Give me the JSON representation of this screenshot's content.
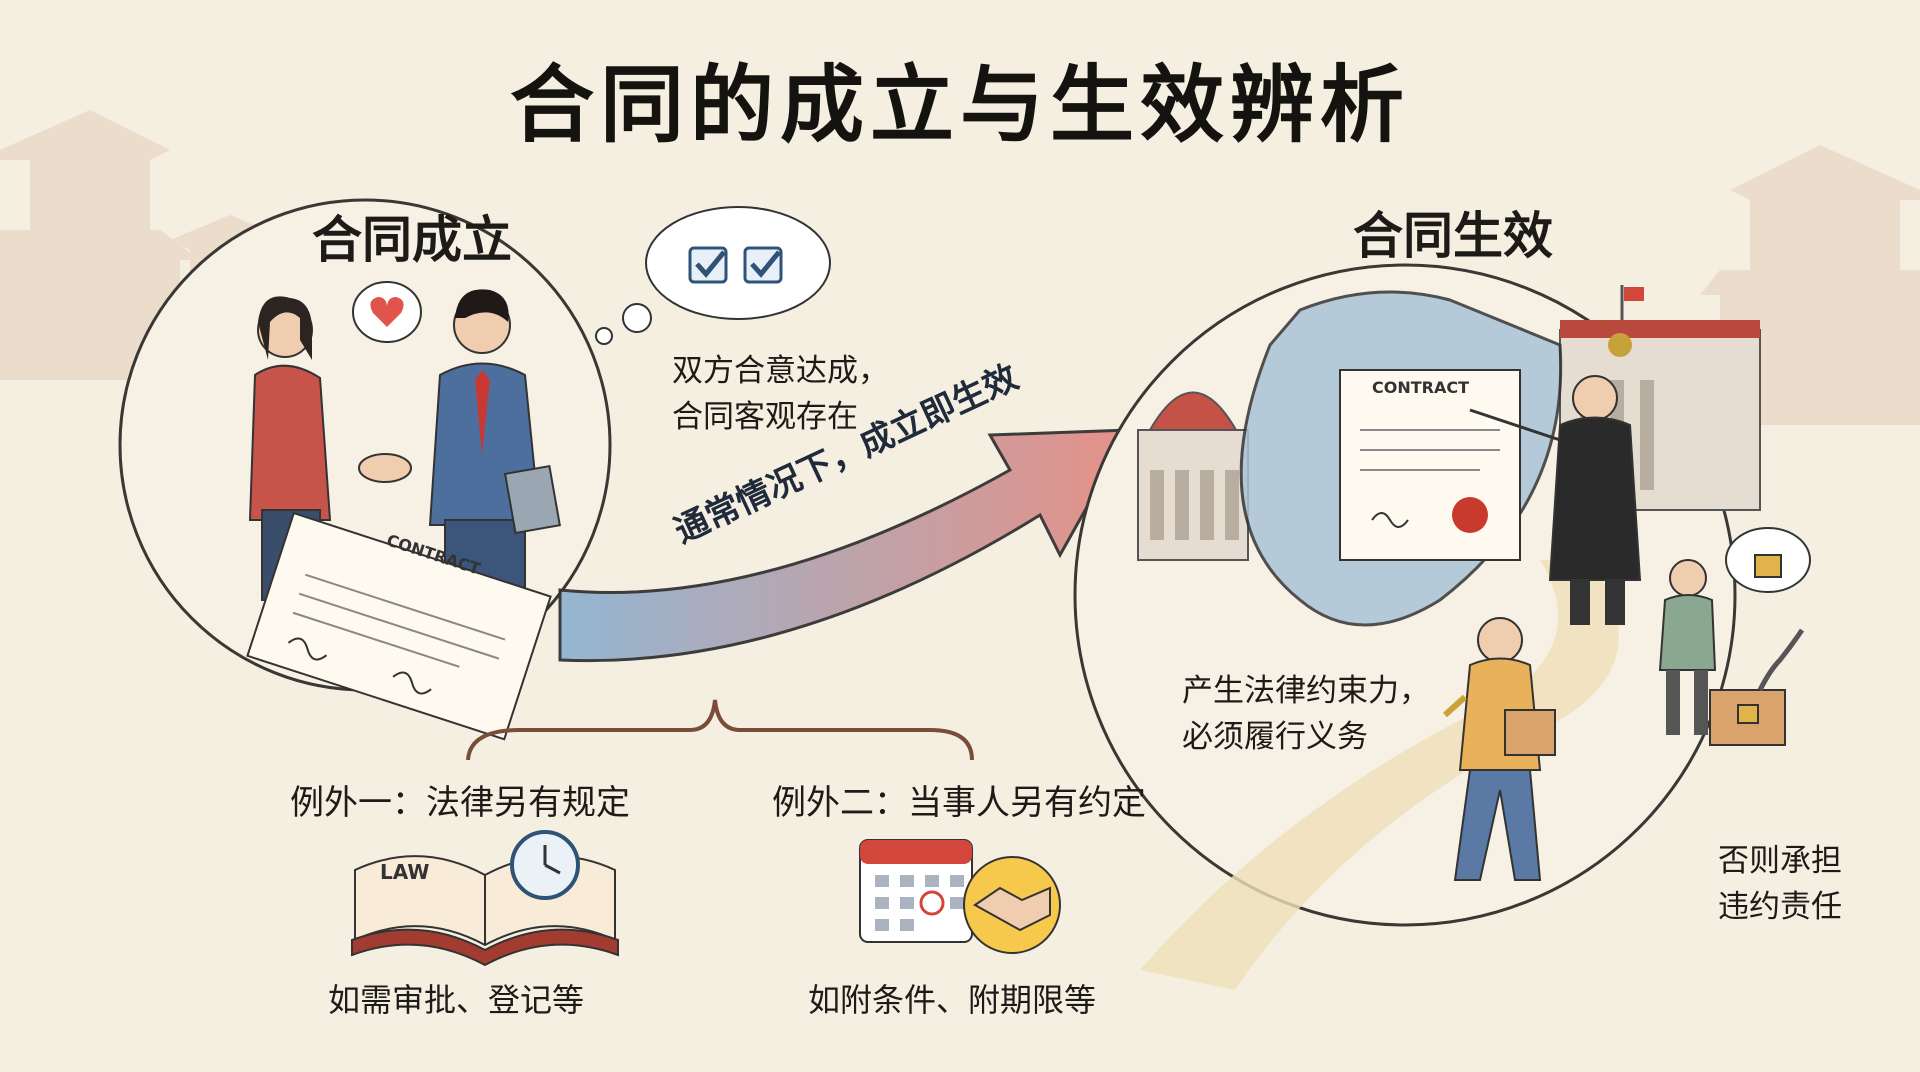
{
  "title": "合同的成立与生效辨析",
  "left": {
    "heading": "合同成立",
    "thought": "双方合意达成，\n合同客观存在",
    "contract_word": "CONTRACT"
  },
  "arrow": {
    "label": "通常情况下，成立即生效"
  },
  "exceptions": [
    {
      "label": "例外一：法律另有规定",
      "icon_text": "LAW",
      "note": "如需审批、登记等"
    },
    {
      "label": "例外二：当事人另有约定",
      "note": "如附条件、附期限等"
    }
  ],
  "right": {
    "heading": "合同生效",
    "contract_word": "CONTRACT",
    "binding": "产生法律约束力，\n必须履行义务",
    "breach": "否则承担\n违约责任"
  },
  "colors": {
    "arrow_start": "#8fb3d1",
    "arrow_end": "#e58d83",
    "seal": "#c83a2e",
    "shield": "#a9c4d8"
  }
}
